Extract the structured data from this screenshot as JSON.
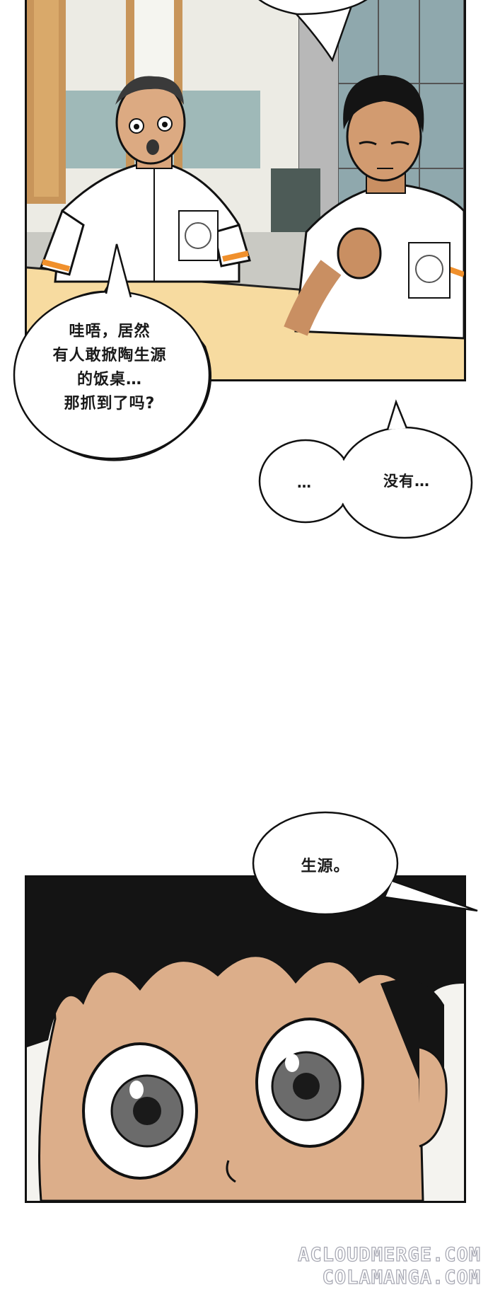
{
  "panels": [
    {
      "description_icon": "classroom-scene",
      "bubbles": [
        {
          "text": "哇唔，居然\n有人敢掀陶生源\n的饭桌…\n那抓到了吗?"
        }
      ]
    },
    {
      "bubbles": [
        {
          "text": "…"
        },
        {
          "text": "没有…"
        }
      ]
    },
    {
      "description_icon": "closeup-face",
      "bubbles": [
        {
          "text": "生源。"
        }
      ]
    }
  ],
  "watermark": {
    "line1": "ACLOUDMERGE.COM",
    "line2": "COLAMANGA.COM"
  },
  "colors": {
    "shirt": "#ffffff",
    "sleeve_stripe": "#f0902c",
    "locker": "#8fa8ad",
    "door": "#c8955a",
    "table": "#f7dba0",
    "skin": "#d9a57c",
    "hair": "#141414",
    "watermark_outline": "#a8a9b4"
  }
}
